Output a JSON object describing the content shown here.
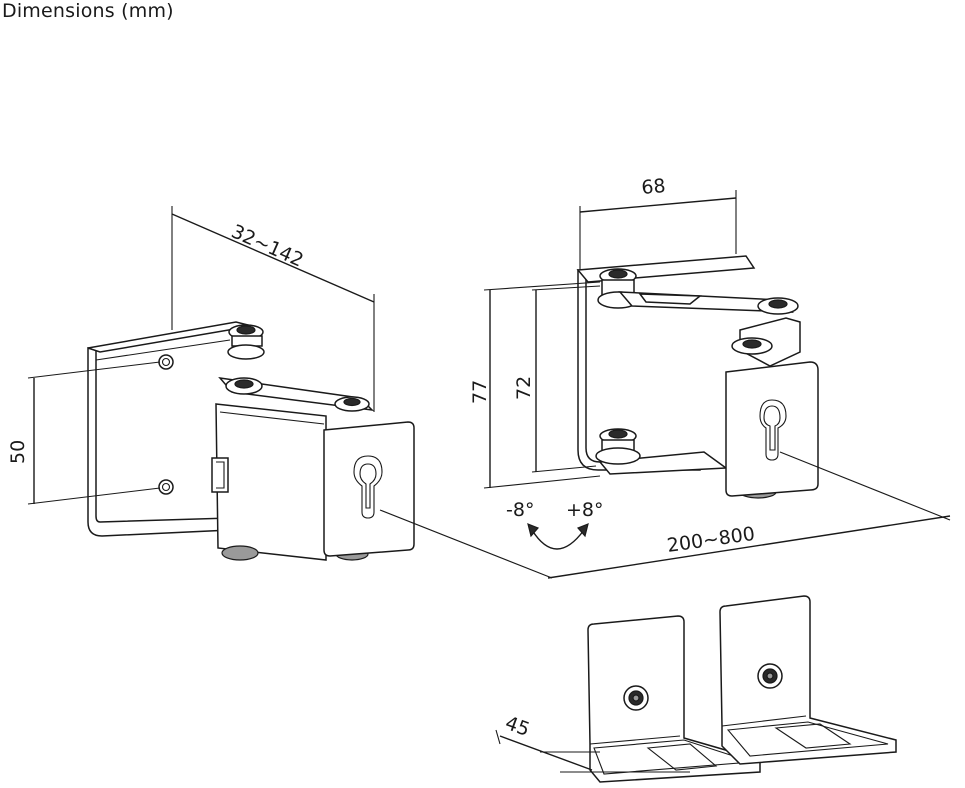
{
  "title": "Dimensions (mm)",
  "dimensions": {
    "depth_range": "32~142",
    "height_left": "50",
    "width_top": "68",
    "height_outer": "77",
    "height_inner": "72",
    "tilt_minus": "-8°",
    "tilt_plus": "+8°",
    "span_range": "200~800",
    "foot_depth": "45"
  }
}
